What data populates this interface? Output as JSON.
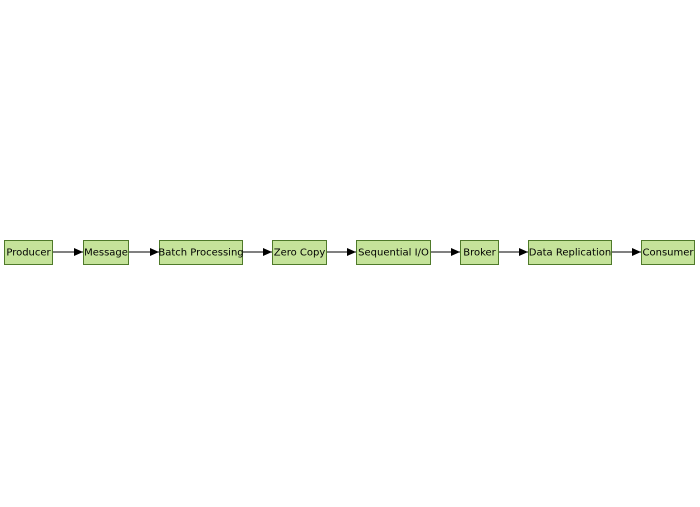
{
  "diagram": {
    "nodes": [
      {
        "id": "producer",
        "label": "Producer"
      },
      {
        "id": "message",
        "label": "Message"
      },
      {
        "id": "batch-processing",
        "label": "Batch Processing"
      },
      {
        "id": "zero-copy",
        "label": "Zero Copy"
      },
      {
        "id": "sequential-io",
        "label": "Sequential I/O"
      },
      {
        "id": "broker",
        "label": "Broker"
      },
      {
        "id": "data-replication",
        "label": "Data Replication"
      },
      {
        "id": "consumer",
        "label": "Consumer"
      }
    ],
    "edges": [
      {
        "from": "producer",
        "to": "message"
      },
      {
        "from": "message",
        "to": "batch-processing"
      },
      {
        "from": "batch-processing",
        "to": "zero-copy"
      },
      {
        "from": "zero-copy",
        "to": "sequential-io"
      },
      {
        "from": "sequential-io",
        "to": "broker"
      },
      {
        "from": "broker",
        "to": "data-replication"
      },
      {
        "from": "data-replication",
        "to": "consumer"
      }
    ],
    "colors": {
      "node_fill": "#c5e39a",
      "node_border": "#4f7a2a",
      "edge": "#000000",
      "text": "#000000"
    }
  }
}
